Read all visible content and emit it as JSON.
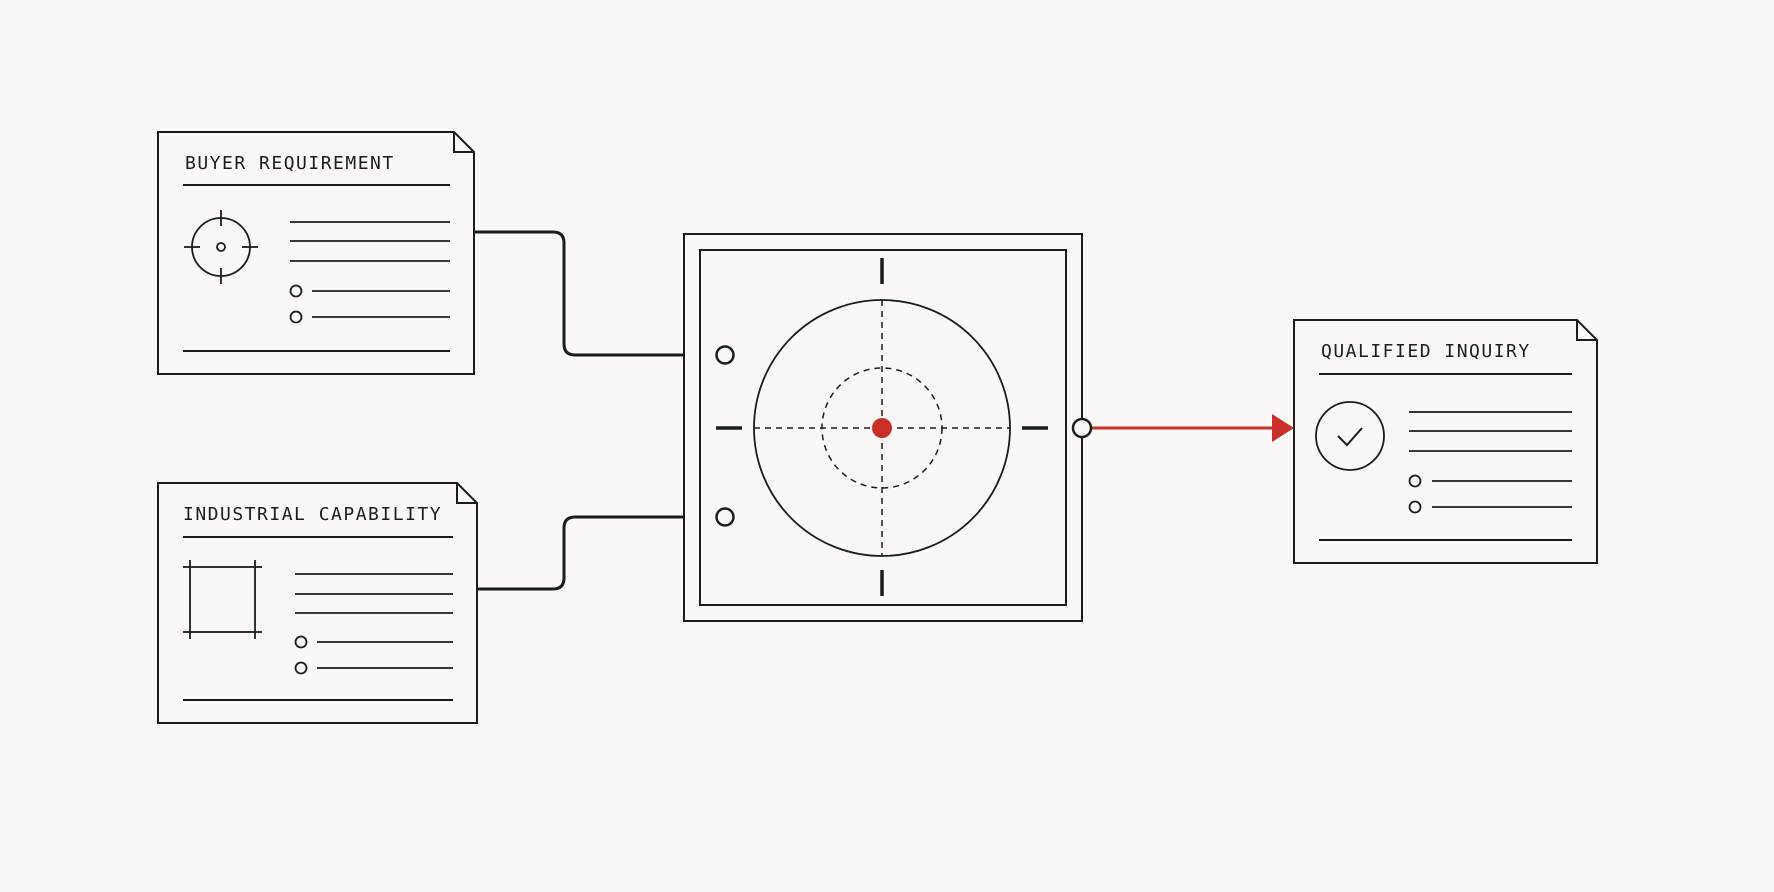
{
  "colors": {
    "background": "#f9f8f4",
    "ink": "#1c1c1c",
    "accent": "#c8312a"
  },
  "documents": {
    "buyer": {
      "title": "BUYER REQUIREMENT",
      "icon": "crosshair-icon"
    },
    "industrial": {
      "title": "INDUSTRIAL CAPABILITY",
      "icon": "square-frame-icon"
    },
    "qualified": {
      "title": "QUALIFIED INQUIRY",
      "icon": "checkmark-circle-icon"
    }
  },
  "matcher": {
    "icon": "target-reticle-icon"
  }
}
